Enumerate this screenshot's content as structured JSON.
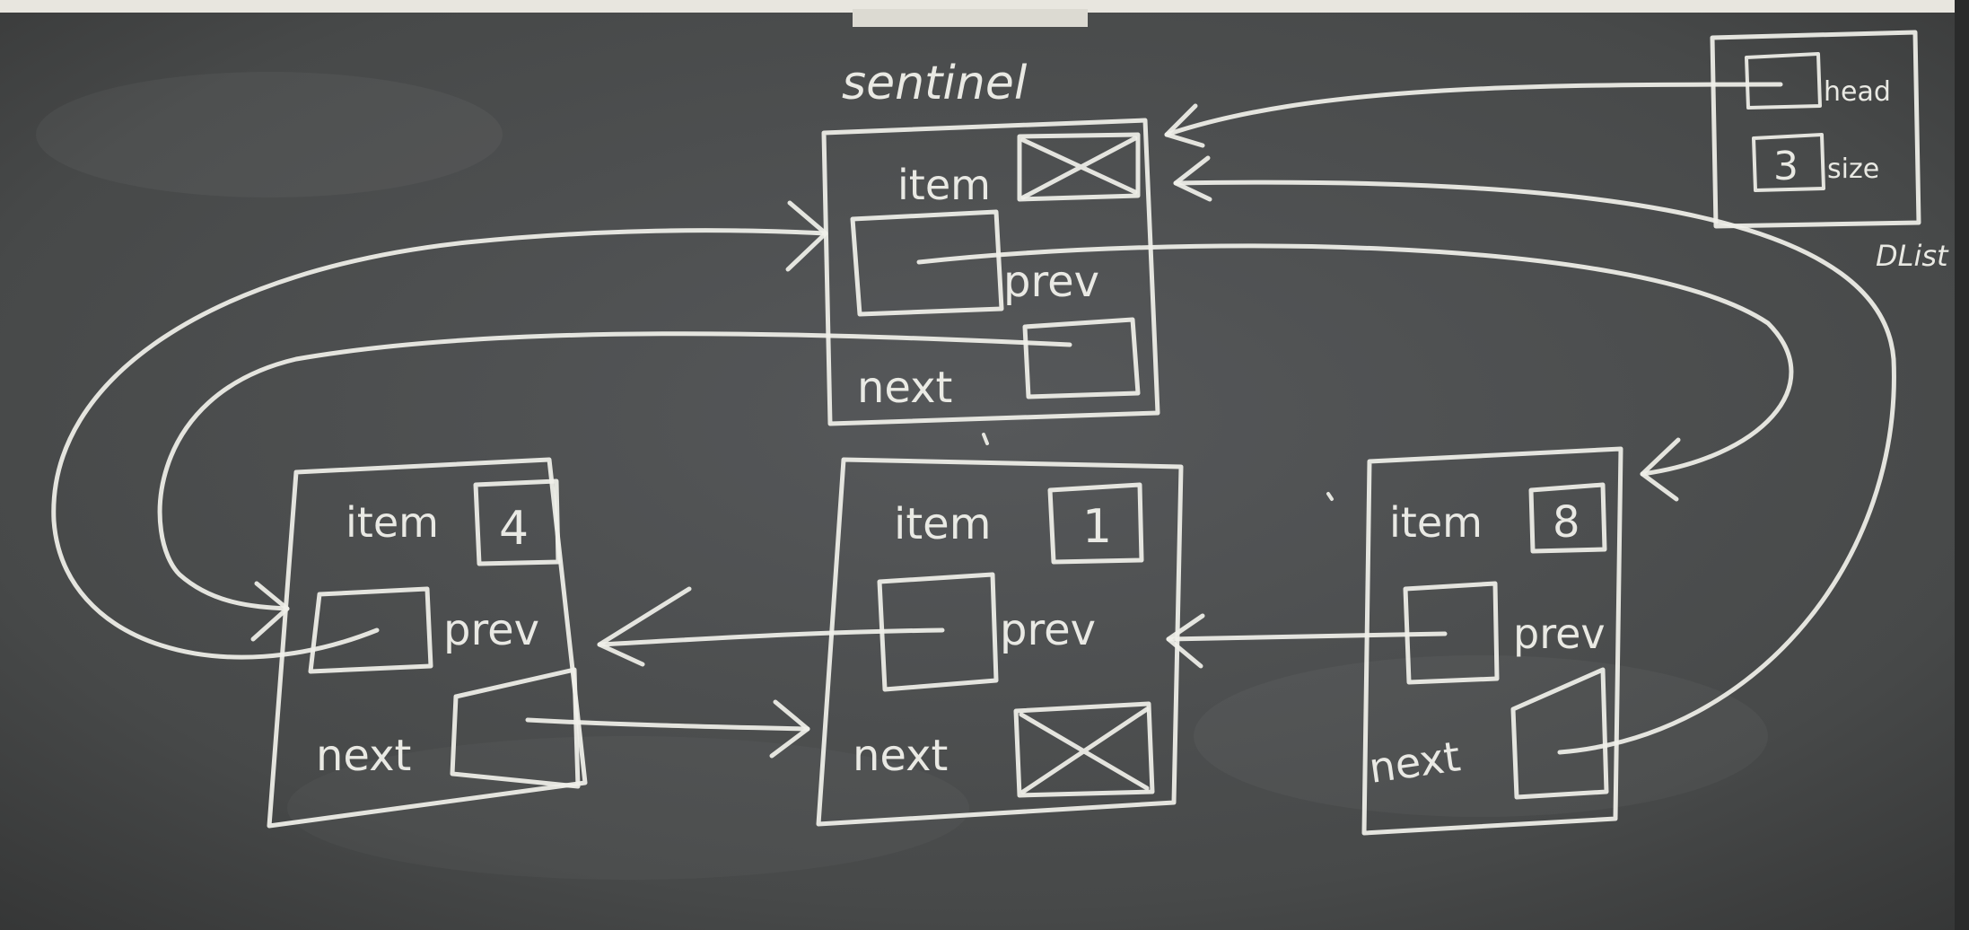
{
  "diagram": {
    "sentinel": {
      "title": "sentinel",
      "item_label": "item",
      "prev_label": "prev",
      "next_label": "next"
    },
    "nodes": [
      {
        "item_label": "item",
        "item_value": "4",
        "prev_label": "prev",
        "next_label": "next"
      },
      {
        "item_label": "item",
        "item_value": "1",
        "prev_label": "prev",
        "next_label": "next"
      },
      {
        "item_label": "item",
        "item_value": "8",
        "prev_label": "prev",
        "next_label": "next"
      }
    ],
    "dlist": {
      "head_label": "head",
      "size_label": "size",
      "size_value": "3",
      "title": "DList"
    }
  },
  "colors": {
    "board": "#4a4c4c",
    "chalk": "#f0f0ea",
    "frame": "#e8e6df"
  }
}
